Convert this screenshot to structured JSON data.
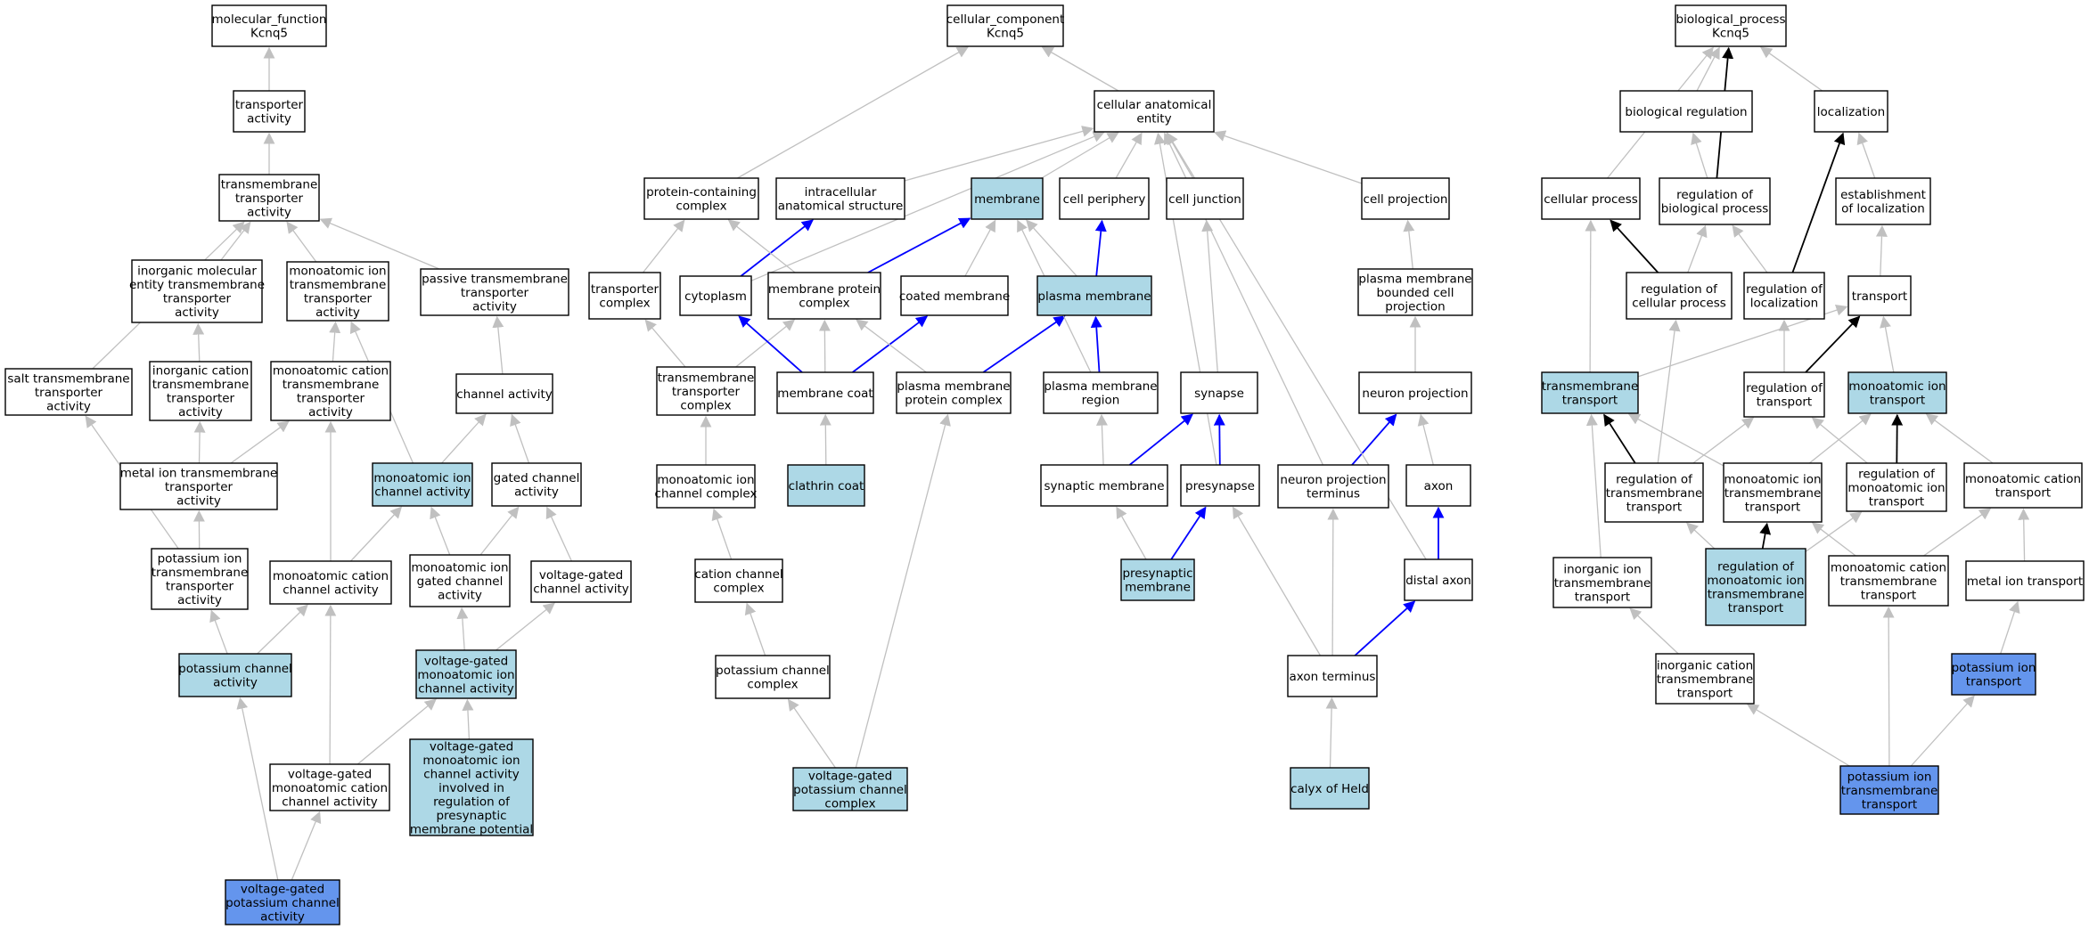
{
  "colors": {
    "plain": "#ffffff",
    "light": "#add8e6",
    "dark": "#6495ed",
    "edge_gray": "#c0c0c0",
    "edge_blue": "#0000ff",
    "edge_black": "#000000"
  },
  "nodes": [
    {
      "id": "mf",
      "lines": [
        "molecular_function",
        "Kcnq5"
      ],
      "fill": "plain"
    },
    {
      "id": "ta",
      "lines": [
        "transporter",
        "activity"
      ],
      "fill": "plain"
    },
    {
      "id": "tmta",
      "lines": [
        "transmembrane",
        "transporter",
        "activity"
      ],
      "fill": "plain"
    },
    {
      "id": "imetta",
      "lines": [
        "inorganic molecular",
        "entity transmembrane",
        "transporter",
        "activity"
      ],
      "fill": "plain"
    },
    {
      "id": "moitta",
      "lines": [
        "monoatomic ion",
        "transmembrane",
        "transporter",
        "activity"
      ],
      "fill": "plain"
    },
    {
      "id": "ptta",
      "lines": [
        "passive transmembrane",
        "transporter",
        "activity"
      ],
      "fill": "plain"
    },
    {
      "id": "stta",
      "lines": [
        "salt transmembrane",
        "transporter",
        "activity"
      ],
      "fill": "plain"
    },
    {
      "id": "icta",
      "lines": [
        "inorganic cation",
        "transmembrane",
        "transporter",
        "activity"
      ],
      "fill": "plain"
    },
    {
      "id": "mocta",
      "lines": [
        "monoatomic cation",
        "transmembrane",
        "transporter",
        "activity"
      ],
      "fill": "plain"
    },
    {
      "id": "ca",
      "lines": [
        "channel activity"
      ],
      "fill": "plain"
    },
    {
      "id": "mita",
      "lines": [
        "metal ion transmembrane",
        "transporter",
        "activity"
      ],
      "fill": "plain"
    },
    {
      "id": "moica",
      "lines": [
        "monoatomic ion",
        "channel activity"
      ],
      "fill": "light"
    },
    {
      "id": "gca",
      "lines": [
        "gated channel",
        "activity"
      ],
      "fill": "plain"
    },
    {
      "id": "pita",
      "lines": [
        "potassium ion",
        "transmembrane",
        "transporter",
        "activity"
      ],
      "fill": "plain"
    },
    {
      "id": "mocca",
      "lines": [
        "monoatomic cation",
        "channel activity"
      ],
      "fill": "plain"
    },
    {
      "id": "moigca",
      "lines": [
        "monoatomic ion",
        "gated channel",
        "activity"
      ],
      "fill": "plain"
    },
    {
      "id": "vgca",
      "lines": [
        "voltage-gated",
        "channel activity"
      ],
      "fill": "plain"
    },
    {
      "id": "pca",
      "lines": [
        "potassium channel",
        "activity"
      ],
      "fill": "light"
    },
    {
      "id": "vgmoica",
      "lines": [
        "voltage-gated",
        "monoatomic ion",
        "channel activity"
      ],
      "fill": "light"
    },
    {
      "id": "vgmocca",
      "lines": [
        "voltage-gated",
        "monoatomic cation",
        "channel activity"
      ],
      "fill": "plain"
    },
    {
      "id": "vgmoicapm",
      "lines": [
        "voltage-gated",
        "monoatomic ion",
        "channel activity",
        "involved in",
        "regulation of",
        "presynaptic",
        "membrane potential"
      ],
      "fill": "light"
    },
    {
      "id": "vgpca",
      "lines": [
        "voltage-gated",
        "potassium channel",
        "activity"
      ],
      "fill": "dark"
    },
    {
      "id": "cc",
      "lines": [
        "cellular_component",
        "Kcnq5"
      ],
      "fill": "plain"
    },
    {
      "id": "cae",
      "lines": [
        "cellular anatomical",
        "entity"
      ],
      "fill": "plain"
    },
    {
      "id": "pcc",
      "lines": [
        "protein-containing",
        "complex"
      ],
      "fill": "plain"
    },
    {
      "id": "ias",
      "lines": [
        "intracellular",
        "anatomical structure"
      ],
      "fill": "plain"
    },
    {
      "id": "mem",
      "lines": [
        "membrane"
      ],
      "fill": "light"
    },
    {
      "id": "cper",
      "lines": [
        "cell periphery"
      ],
      "fill": "plain"
    },
    {
      "id": "cj",
      "lines": [
        "cell junction"
      ],
      "fill": "plain"
    },
    {
      "id": "cproj",
      "lines": [
        "cell projection"
      ],
      "fill": "plain"
    },
    {
      "id": "tc",
      "lines": [
        "transporter",
        "complex"
      ],
      "fill": "plain"
    },
    {
      "id": "cyto",
      "lines": [
        "cytoplasm"
      ],
      "fill": "plain"
    },
    {
      "id": "mpc",
      "lines": [
        "membrane protein",
        "complex"
      ],
      "fill": "plain"
    },
    {
      "id": "cm",
      "lines": [
        "coated membrane"
      ],
      "fill": "plain"
    },
    {
      "id": "pm",
      "lines": [
        "plasma membrane"
      ],
      "fill": "light"
    },
    {
      "id": "pmbcp",
      "lines": [
        "plasma membrane",
        "bounded cell",
        "projection"
      ],
      "fill": "plain"
    },
    {
      "id": "ttc",
      "lines": [
        "transmembrane",
        "transporter",
        "complex"
      ],
      "fill": "plain"
    },
    {
      "id": "mcoat",
      "lines": [
        "membrane coat"
      ],
      "fill": "plain"
    },
    {
      "id": "pmpc",
      "lines": [
        "plasma membrane",
        "protein complex"
      ],
      "fill": "plain"
    },
    {
      "id": "pmr",
      "lines": [
        "plasma membrane",
        "region"
      ],
      "fill": "plain"
    },
    {
      "id": "syn",
      "lines": [
        "synapse"
      ],
      "fill": "plain"
    },
    {
      "id": "np",
      "lines": [
        "neuron projection"
      ],
      "fill": "plain"
    },
    {
      "id": "moicc",
      "lines": [
        "monoatomic ion",
        "channel complex"
      ],
      "fill": "plain"
    },
    {
      "id": "clath",
      "lines": [
        "clathrin coat"
      ],
      "fill": "light"
    },
    {
      "id": "synm",
      "lines": [
        "synaptic membrane"
      ],
      "fill": "plain"
    },
    {
      "id": "presyn",
      "lines": [
        "presynapse"
      ],
      "fill": "plain"
    },
    {
      "id": "npt",
      "lines": [
        "neuron projection",
        "terminus"
      ],
      "fill": "plain"
    },
    {
      "id": "axon",
      "lines": [
        "axon"
      ],
      "fill": "plain"
    },
    {
      "id": "catcc",
      "lines": [
        "cation channel",
        "complex"
      ],
      "fill": "plain"
    },
    {
      "id": "psm",
      "lines": [
        "presynaptic",
        "membrane"
      ],
      "fill": "light"
    },
    {
      "id": "dax",
      "lines": [
        "distal axon"
      ],
      "fill": "plain"
    },
    {
      "id": "pcomp",
      "lines": [
        "potassium channel",
        "complex"
      ],
      "fill": "plain"
    },
    {
      "id": "axt",
      "lines": [
        "axon terminus"
      ],
      "fill": "plain"
    },
    {
      "id": "vgpcc",
      "lines": [
        "voltage-gated",
        "potassium channel",
        "complex"
      ],
      "fill": "light"
    },
    {
      "id": "coh",
      "lines": [
        "calyx of Held"
      ],
      "fill": "light"
    },
    {
      "id": "bp",
      "lines": [
        "biological_process",
        "Kcnq5"
      ],
      "fill": "plain"
    },
    {
      "id": "breg",
      "lines": [
        "biological regulation"
      ],
      "fill": "plain"
    },
    {
      "id": "loc",
      "lines": [
        "localization"
      ],
      "fill": "plain"
    },
    {
      "id": "cp",
      "lines": [
        "cellular process"
      ],
      "fill": "plain"
    },
    {
      "id": "rbp",
      "lines": [
        "regulation of",
        "biological process"
      ],
      "fill": "plain"
    },
    {
      "id": "eol",
      "lines": [
        "establishment",
        "of localization"
      ],
      "fill": "plain"
    },
    {
      "id": "rcp",
      "lines": [
        "regulation of",
        "cellular process"
      ],
      "fill": "plain"
    },
    {
      "id": "rloc",
      "lines": [
        "regulation of",
        "localization"
      ],
      "fill": "plain"
    },
    {
      "id": "trans",
      "lines": [
        "transport"
      ],
      "fill": "plain"
    },
    {
      "id": "tmt",
      "lines": [
        "transmembrane",
        "transport"
      ],
      "fill": "light"
    },
    {
      "id": "rtr",
      "lines": [
        "regulation of",
        "transport"
      ],
      "fill": "plain"
    },
    {
      "id": "moit",
      "lines": [
        "monoatomic ion",
        "transport"
      ],
      "fill": "light"
    },
    {
      "id": "rtmt",
      "lines": [
        "regulation of",
        "transmembrane",
        "transport"
      ],
      "fill": "plain"
    },
    {
      "id": "moitmt",
      "lines": [
        "monoatomic ion",
        "transmembrane",
        "transport"
      ],
      "fill": "plain"
    },
    {
      "id": "rmoit",
      "lines": [
        "regulation of",
        "monoatomic ion",
        "transport"
      ],
      "fill": "plain"
    },
    {
      "id": "moct",
      "lines": [
        "monoatomic cation",
        "transport"
      ],
      "fill": "plain"
    },
    {
      "id": "iotmt",
      "lines": [
        "inorganic ion",
        "transmembrane",
        "transport"
      ],
      "fill": "plain"
    },
    {
      "id": "rmoitmt",
      "lines": [
        "regulation of",
        "monoatomic ion",
        "transmembrane",
        "transport"
      ],
      "fill": "light"
    },
    {
      "id": "moctmt",
      "lines": [
        "monoatomic cation",
        "transmembrane",
        "transport"
      ],
      "fill": "plain"
    },
    {
      "id": "mit",
      "lines": [
        "metal ion transport"
      ],
      "fill": "plain"
    },
    {
      "id": "ictmt",
      "lines": [
        "inorganic cation",
        "transmembrane",
        "transport"
      ],
      "fill": "plain"
    },
    {
      "id": "pit",
      "lines": [
        "potassium ion",
        "transport"
      ],
      "fill": "dark"
    },
    {
      "id": "pitmt",
      "lines": [
        "potassium ion",
        "transmembrane",
        "transport"
      ],
      "fill": "dark"
    }
  ],
  "edges": [
    {
      "from": "ta",
      "to": "mf",
      "color": "edge_gray"
    },
    {
      "from": "tmta",
      "to": "ta",
      "color": "edge_gray"
    },
    {
      "from": "imetta",
      "to": "tmta",
      "color": "edge_gray"
    },
    {
      "from": "moitta",
      "to": "tmta",
      "color": "edge_gray"
    },
    {
      "from": "ptta",
      "to": "tmta",
      "color": "edge_gray"
    },
    {
      "from": "stta",
      "to": "tmta",
      "color": "edge_gray"
    },
    {
      "from": "icta",
      "to": "imetta",
      "color": "edge_gray"
    },
    {
      "from": "mocta",
      "to": "moitta",
      "color": "edge_gray"
    },
    {
      "from": "ca",
      "to": "ptta",
      "color": "edge_gray"
    },
    {
      "from": "mita",
      "to": "icta",
      "color": "edge_gray"
    },
    {
      "from": "mita",
      "to": "mocta",
      "color": "edge_gray"
    },
    {
      "from": "moica",
      "to": "moitta",
      "color": "edge_gray"
    },
    {
      "from": "moica",
      "to": "ca",
      "color": "edge_gray"
    },
    {
      "from": "gca",
      "to": "ca",
      "color": "edge_gray"
    },
    {
      "from": "pita",
      "to": "mita",
      "color": "edge_gray"
    },
    {
      "from": "pita",
      "to": "stta",
      "color": "edge_gray"
    },
    {
      "from": "mocca",
      "to": "mocta",
      "color": "edge_gray"
    },
    {
      "from": "mocca",
      "to": "moica",
      "color": "edge_gray"
    },
    {
      "from": "moigca",
      "to": "moica",
      "color": "edge_gray"
    },
    {
      "from": "moigca",
      "to": "gca",
      "color": "edge_gray"
    },
    {
      "from": "vgca",
      "to": "gca",
      "color": "edge_gray"
    },
    {
      "from": "pca",
      "to": "pita",
      "color": "edge_gray"
    },
    {
      "from": "pca",
      "to": "mocca",
      "color": "edge_gray"
    },
    {
      "from": "vgmoica",
      "to": "moigca",
      "color": "edge_gray"
    },
    {
      "from": "vgmoica",
      "to": "vgca",
      "color": "edge_gray"
    },
    {
      "from": "vgmocca",
      "to": "mocca",
      "color": "edge_gray"
    },
    {
      "from": "vgmocca",
      "to": "vgmoica",
      "color": "edge_gray"
    },
    {
      "from": "vgmoicapm",
      "to": "vgmoica",
      "color": "edge_gray"
    },
    {
      "from": "vgpca",
      "to": "pca",
      "color": "edge_gray"
    },
    {
      "from": "vgpca",
      "to": "vgmocca",
      "color": "edge_gray"
    },
    {
      "from": "cae",
      "to": "cc",
      "color": "edge_gray"
    },
    {
      "from": "pcc",
      "to": "cc",
      "color": "edge_gray"
    },
    {
      "from": "ias",
      "to": "cae",
      "color": "edge_gray"
    },
    {
      "from": "mem",
      "to": "cae",
      "color": "edge_gray"
    },
    {
      "from": "cper",
      "to": "cae",
      "color": "edge_gray"
    },
    {
      "from": "cj",
      "to": "cae",
      "color": "edge_gray"
    },
    {
      "from": "cproj",
      "to": "cae",
      "color": "edge_gray"
    },
    {
      "from": "tc",
      "to": "pcc",
      "color": "edge_gray"
    },
    {
      "from": "cyto",
      "to": "ias",
      "color": "edge_blue"
    },
    {
      "from": "cyto",
      "to": "cae",
      "color": "edge_gray"
    },
    {
      "from": "mpc",
      "to": "pcc",
      "color": "edge_gray"
    },
    {
      "from": "mpc",
      "to": "mem",
      "color": "edge_blue"
    },
    {
      "from": "cm",
      "to": "mem",
      "color": "edge_gray"
    },
    {
      "from": "pm",
      "to": "cper",
      "color": "edge_blue"
    },
    {
      "from": "pm",
      "to": "mem",
      "color": "edge_gray"
    },
    {
      "from": "pmbcp",
      "to": "cproj",
      "color": "edge_gray"
    },
    {
      "from": "ttc",
      "to": "tc",
      "color": "edge_gray"
    },
    {
      "from": "ttc",
      "to": "mpc",
      "color": "edge_gray"
    },
    {
      "from": "mcoat",
      "to": "cyto",
      "color": "edge_blue"
    },
    {
      "from": "mcoat",
      "to": "mpc",
      "color": "edge_gray"
    },
    {
      "from": "mcoat",
      "to": "cm",
      "color": "edge_blue"
    },
    {
      "from": "pmpc",
      "to": "mpc",
      "color": "edge_gray"
    },
    {
      "from": "pmpc",
      "to": "pm",
      "color": "edge_blue"
    },
    {
      "from": "pmr",
      "to": "pm",
      "color": "edge_blue"
    },
    {
      "from": "pmr",
      "to": "mem",
      "color": "edge_gray"
    },
    {
      "from": "syn",
      "to": "cj",
      "color": "edge_gray"
    },
    {
      "from": "np",
      "to": "pmbcp",
      "color": "edge_gray"
    },
    {
      "from": "moicc",
      "to": "ttc",
      "color": "edge_gray"
    },
    {
      "from": "clath",
      "to": "mcoat",
      "color": "edge_gray"
    },
    {
      "from": "synm",
      "to": "syn",
      "color": "edge_blue"
    },
    {
      "from": "synm",
      "to": "pmr",
      "color": "edge_gray"
    },
    {
      "from": "presyn",
      "to": "syn",
      "color": "edge_blue"
    },
    {
      "from": "presyn",
      "to": "cae",
      "color": "edge_gray"
    },
    {
      "from": "npt",
      "to": "np",
      "color": "edge_blue"
    },
    {
      "from": "npt",
      "to": "cae",
      "color": "edge_gray"
    },
    {
      "from": "axon",
      "to": "np",
      "color": "edge_gray"
    },
    {
      "from": "catcc",
      "to": "moicc",
      "color": "edge_gray"
    },
    {
      "from": "psm",
      "to": "synm",
      "color": "edge_gray"
    },
    {
      "from": "psm",
      "to": "presyn",
      "color": "edge_blue"
    },
    {
      "from": "dax",
      "to": "axon",
      "color": "edge_blue"
    },
    {
      "from": "dax",
      "to": "cae",
      "color": "edge_gray"
    },
    {
      "from": "pcomp",
      "to": "catcc",
      "color": "edge_gray"
    },
    {
      "from": "axt",
      "to": "presyn",
      "color": "edge_gray"
    },
    {
      "from": "axt",
      "to": "npt",
      "color": "edge_gray"
    },
    {
      "from": "axt",
      "to": "dax",
      "color": "edge_blue"
    },
    {
      "from": "vgpcc",
      "to": "pcomp",
      "color": "edge_gray"
    },
    {
      "from": "vgpcc",
      "to": "pmpc",
      "color": "edge_gray"
    },
    {
      "from": "coh",
      "to": "axt",
      "color": "edge_gray"
    },
    {
      "from": "breg",
      "to": "bp",
      "color": "edge_gray"
    },
    {
      "from": "loc",
      "to": "bp",
      "color": "edge_gray"
    },
    {
      "from": "cp",
      "to": "bp",
      "color": "edge_gray"
    },
    {
      "from": "rbp",
      "to": "bp",
      "color": "edge_black"
    },
    {
      "from": "rbp",
      "to": "breg",
      "color": "edge_gray"
    },
    {
      "from": "eol",
      "to": "loc",
      "color": "edge_gray"
    },
    {
      "from": "rcp",
      "to": "cp",
      "color": "edge_black"
    },
    {
      "from": "rcp",
      "to": "rbp",
      "color": "edge_gray"
    },
    {
      "from": "rloc",
      "to": "loc",
      "color": "edge_black"
    },
    {
      "from": "rloc",
      "to": "rbp",
      "color": "edge_gray"
    },
    {
      "from": "trans",
      "to": "eol",
      "color": "edge_gray"
    },
    {
      "from": "tmt",
      "to": "cp",
      "color": "edge_gray"
    },
    {
      "from": "tmt",
      "to": "trans",
      "color": "edge_gray"
    },
    {
      "from": "rtr",
      "to": "trans",
      "color": "edge_black"
    },
    {
      "from": "rtr",
      "to": "rloc",
      "color": "edge_gray"
    },
    {
      "from": "moit",
      "to": "trans",
      "color": "edge_gray"
    },
    {
      "from": "rtmt",
      "to": "tmt",
      "color": "edge_black"
    },
    {
      "from": "rtmt",
      "to": "rtr",
      "color": "edge_gray"
    },
    {
      "from": "rtmt",
      "to": "rcp",
      "color": "edge_gray"
    },
    {
      "from": "moitmt",
      "to": "tmt",
      "color": "edge_gray"
    },
    {
      "from": "moitmt",
      "to": "moit",
      "color": "edge_gray"
    },
    {
      "from": "rmoit",
      "to": "moit",
      "color": "edge_black"
    },
    {
      "from": "rmoit",
      "to": "rtr",
      "color": "edge_gray"
    },
    {
      "from": "moct",
      "to": "moit",
      "color": "edge_gray"
    },
    {
      "from": "iotmt",
      "to": "tmt",
      "color": "edge_gray"
    },
    {
      "from": "rmoitmt",
      "to": "moitmt",
      "color": "edge_black"
    },
    {
      "from": "rmoitmt",
      "to": "rtmt",
      "color": "edge_gray"
    },
    {
      "from": "rmoitmt",
      "to": "rmoit",
      "color": "edge_gray"
    },
    {
      "from": "moctmt",
      "to": "moitmt",
      "color": "edge_gray"
    },
    {
      "from": "moctmt",
      "to": "moct",
      "color": "edge_gray"
    },
    {
      "from": "mit",
      "to": "moct",
      "color": "edge_gray"
    },
    {
      "from": "ictmt",
      "to": "iotmt",
      "color": "edge_gray"
    },
    {
      "from": "pit",
      "to": "mit",
      "color": "edge_gray"
    },
    {
      "from": "pitmt",
      "to": "moctmt",
      "color": "edge_gray"
    },
    {
      "from": "pitmt",
      "to": "pit",
      "color": "edge_gray"
    },
    {
      "from": "pitmt",
      "to": "ictmt",
      "color": "edge_gray"
    }
  ]
}
